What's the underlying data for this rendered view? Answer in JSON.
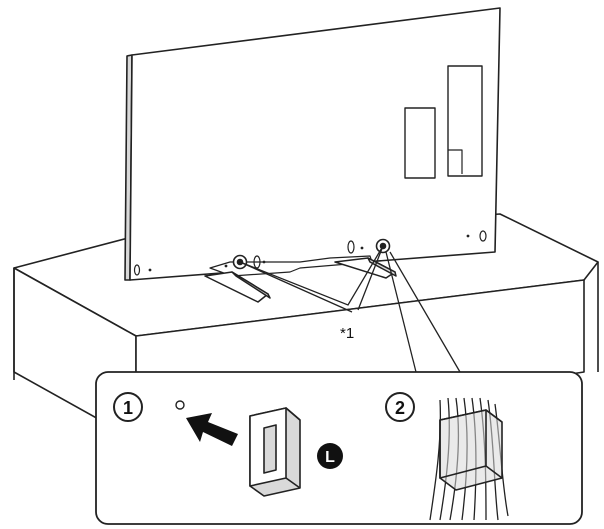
{
  "labels": {
    "callout": "*1",
    "step_1": "1",
    "step_2": "2",
    "clip_marker": "L"
  },
  "icons": {
    "tv": "tv-rear-icon",
    "stand": "tv-stand-icon",
    "furniture": "tv-rack-icon",
    "arrow": "insert-arrow-icon",
    "clip": "cable-clip-icon",
    "cables": "cable-bundle-icon"
  },
  "colors": {
    "line": "#222222",
    "fill": "#ffffff",
    "shade": "#d9d9d9",
    "marker": "#111111"
  }
}
